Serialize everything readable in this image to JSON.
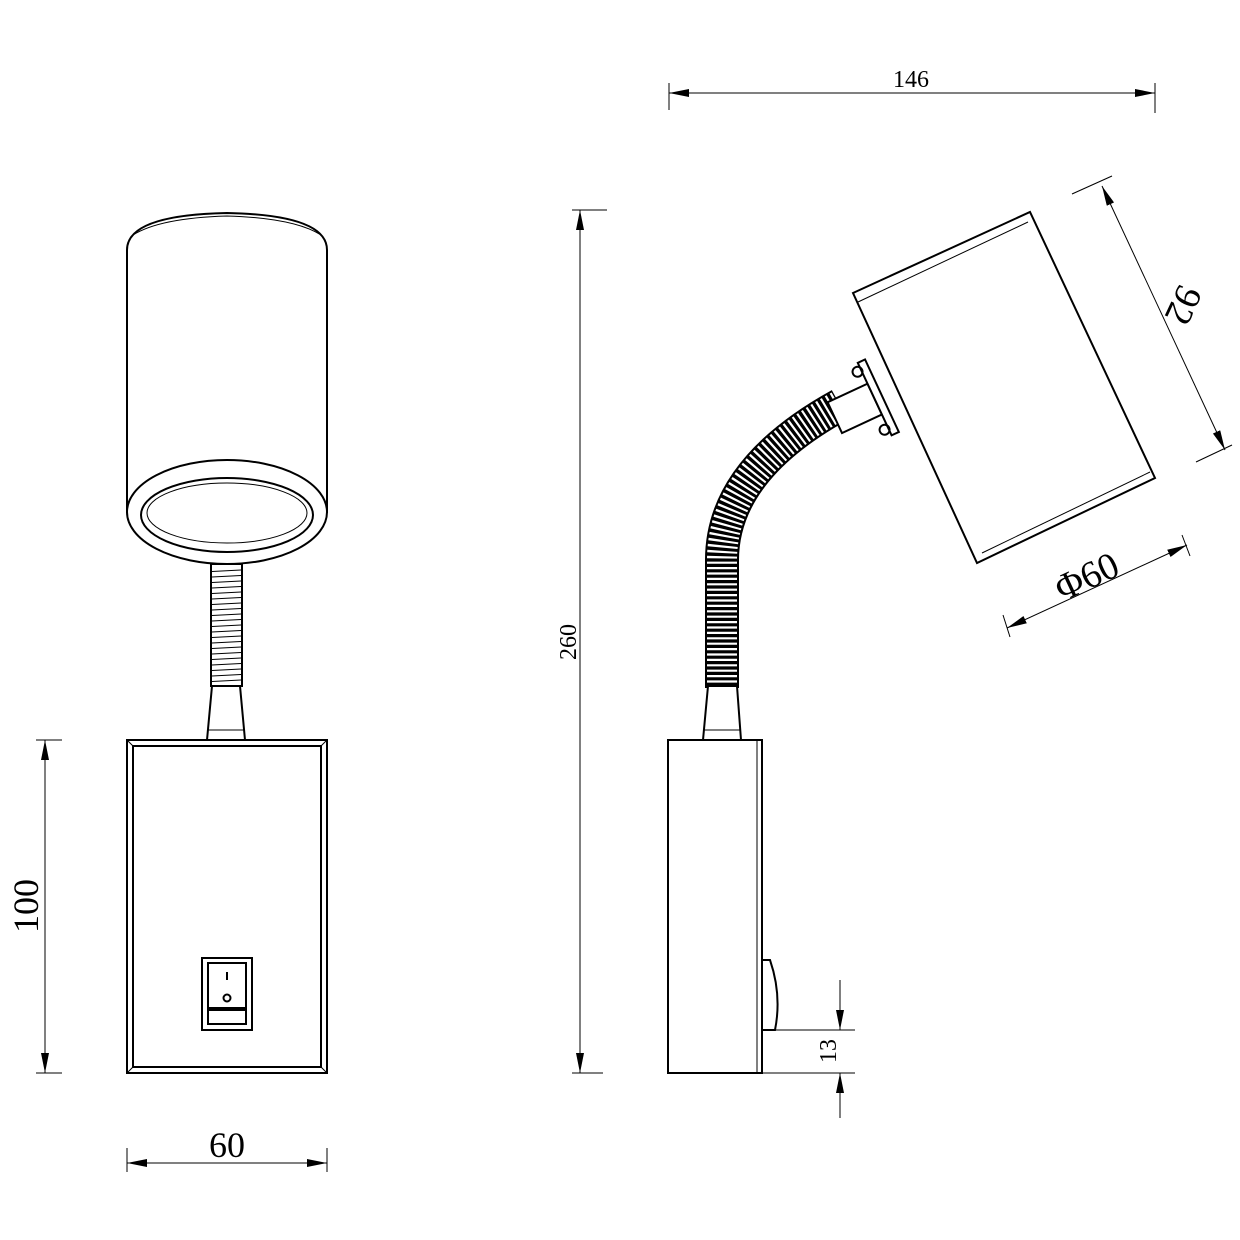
{
  "drawing": {
    "front_view": {
      "height_label": "100",
      "width_label": "60"
    },
    "side_view": {
      "total_height_label": "260",
      "total_width_label": "146",
      "head_length_label": "92",
      "head_diameter_label": "Φ60",
      "switch_offset_label": "13"
    },
    "line_color": "#000000",
    "background": "#ffffff"
  }
}
